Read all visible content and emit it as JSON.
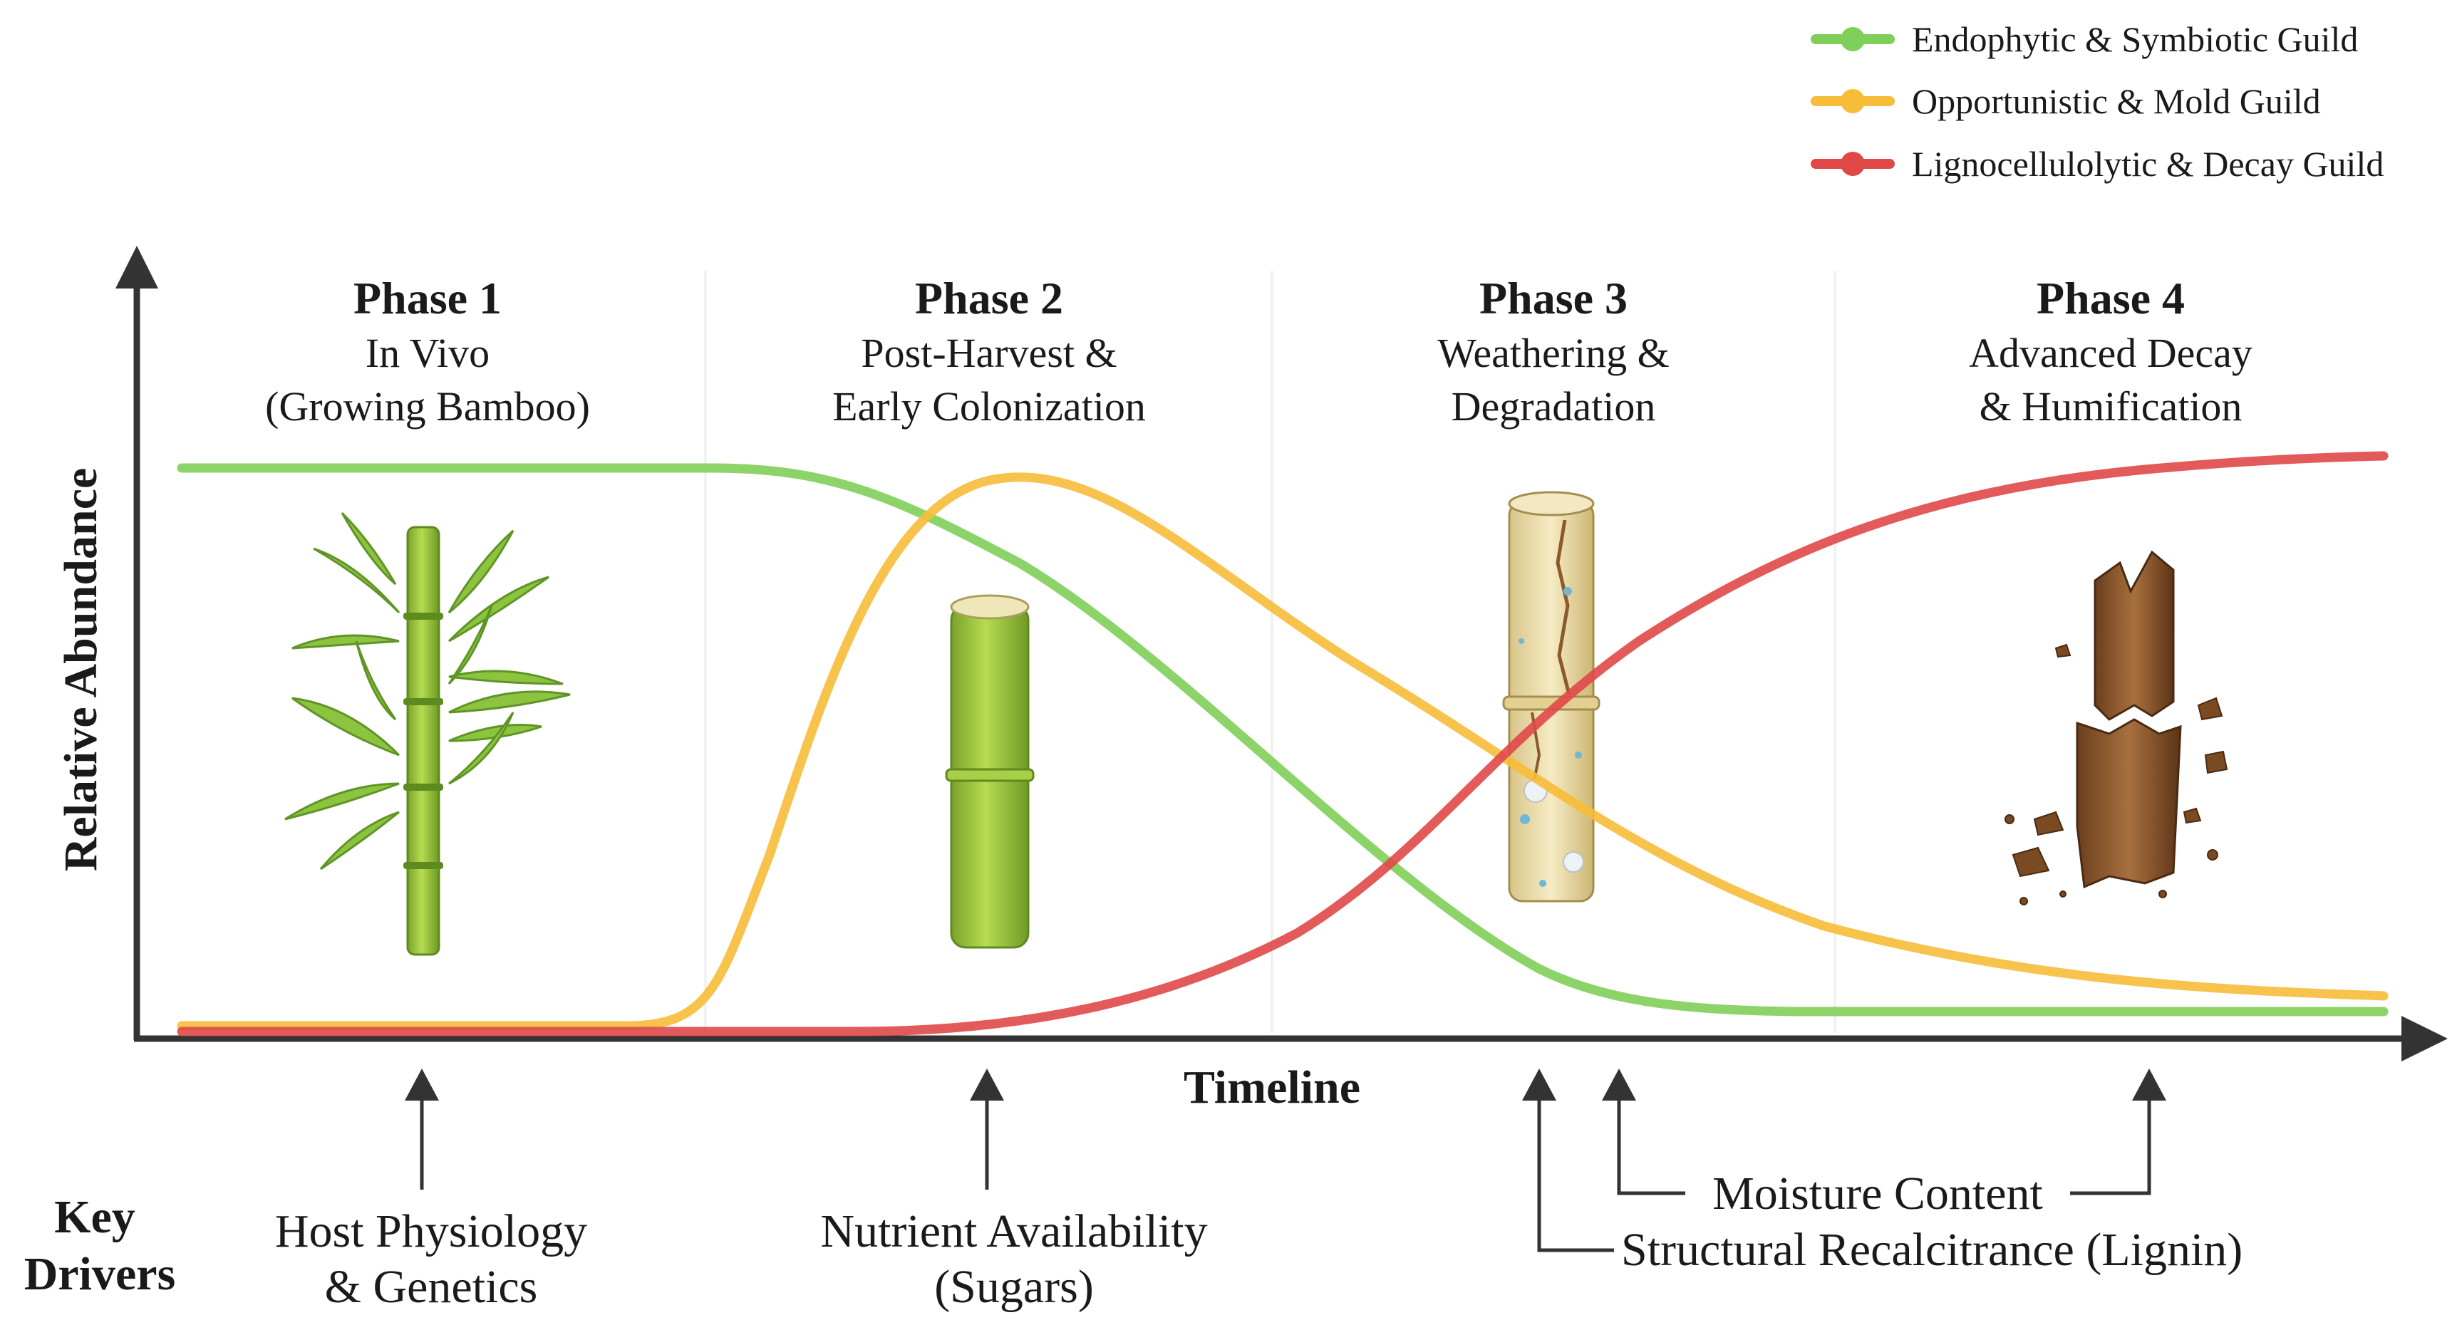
{
  "legend": [
    {
      "label": "Endophytic & Symbiotic Guild",
      "color": "#7fcf5a"
    },
    {
      "label": "Opportunistic & Mold Guild",
      "color": "#f7bc38"
    },
    {
      "label": "Lignocellulolytic & Decay Guild",
      "color": "#e04848"
    }
  ],
  "axes": {
    "y_label": "Relative Abundance",
    "x_label": "Timeline"
  },
  "phases": [
    {
      "title": "Phase 1",
      "line1": "In Vivo",
      "line2": "(Growing Bamboo)",
      "illustration": "growing-bamboo-with-leaves"
    },
    {
      "title": "Phase 2",
      "line1": "Post-Harvest &",
      "line2": "Early Colonization",
      "illustration": "cut-green-bamboo-culm"
    },
    {
      "title": "Phase 3",
      "line1": "Weathering &",
      "line2": "Degradation",
      "illustration": "weathered-cracked-bamboo"
    },
    {
      "title": "Phase 4",
      "line1": "Advanced Decay",
      "line2": "& Humification",
      "illustration": "decayed-bamboo-fragments"
    }
  ],
  "drivers": {
    "heading_line1": "Key",
    "heading_line2": "Drivers",
    "host_line1": "Host Physiology",
    "host_line2": "& Genetics",
    "nutrient_line1": "Nutrient Availability",
    "nutrient_line2": "(Sugars)",
    "moisture": "Moisture Content",
    "structural": "Structural Recalcitrance (Lignin)"
  }
}
